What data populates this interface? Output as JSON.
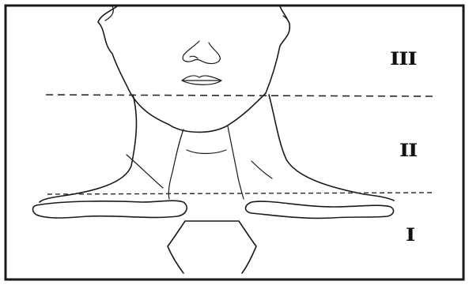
{
  "zones": {
    "upper": {
      "label": "III"
    },
    "middle": {
      "label": "II"
    },
    "lower": {
      "label": "I"
    }
  },
  "colors": {
    "ink": "#1a1a1a",
    "background": "#ffffff"
  }
}
